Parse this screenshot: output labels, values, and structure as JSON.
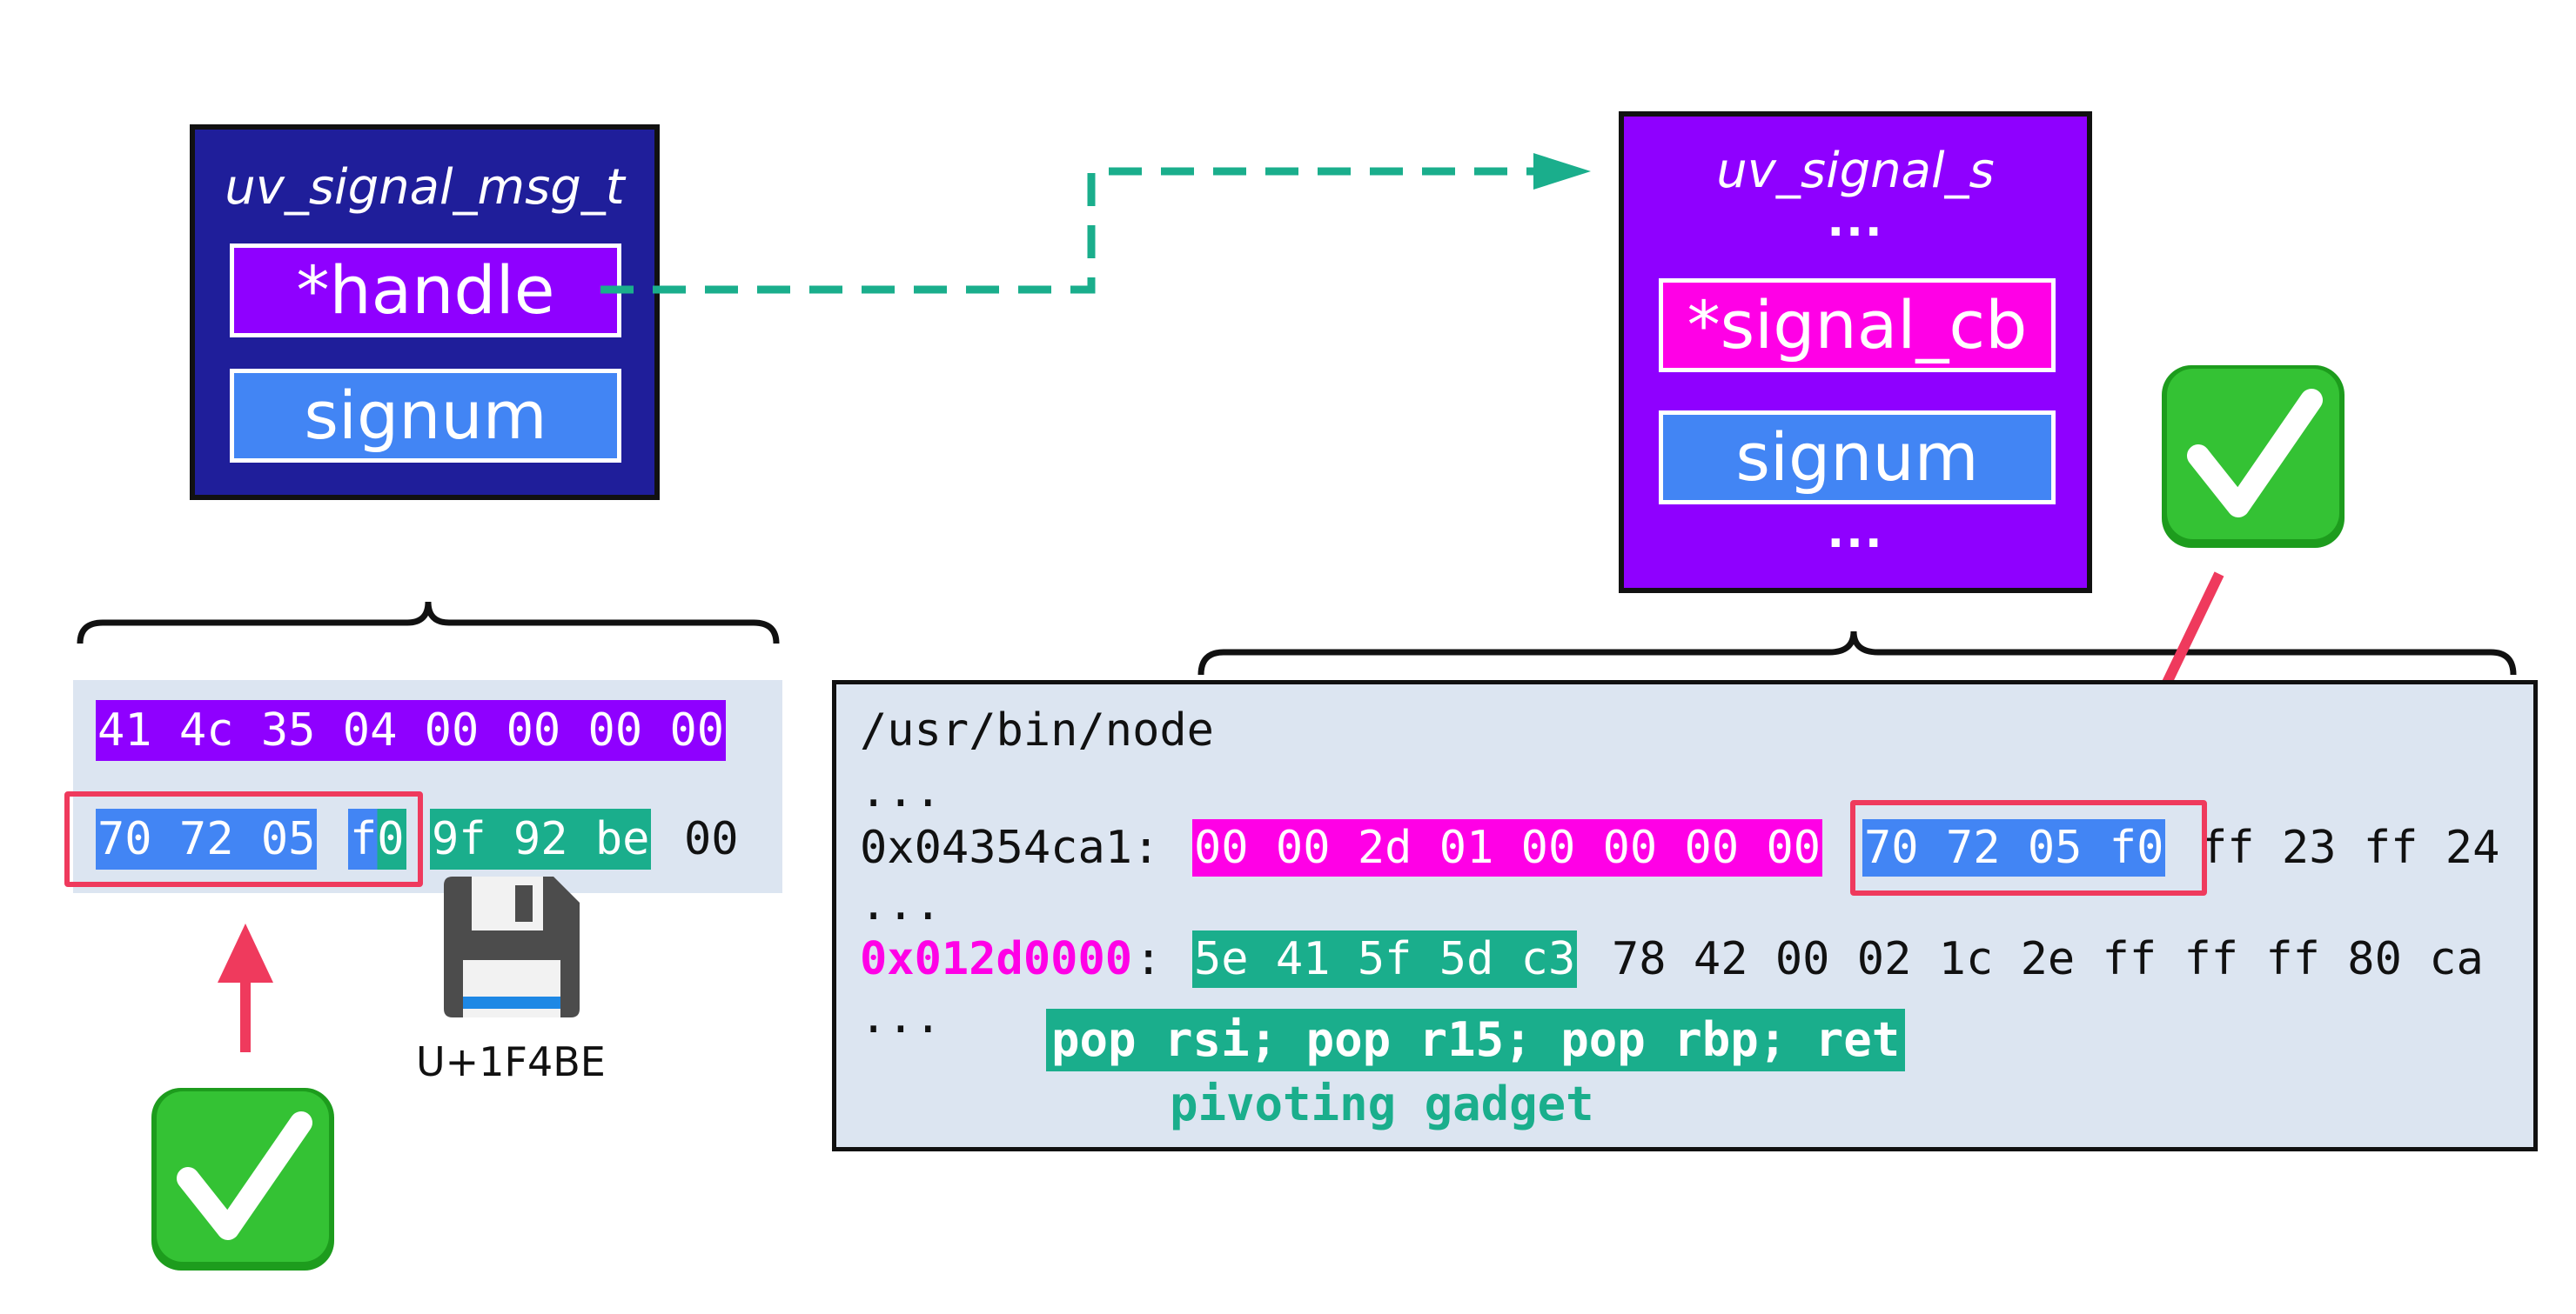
{
  "left_struct": {
    "title": "uv_signal_msg_t",
    "field_handle": "*handle",
    "field_signum": "signum"
  },
  "right_struct": {
    "title": "uv_signal_s",
    "ellipsis_top": "...",
    "field_signal_cb": "*signal_cb",
    "field_signum": "signum",
    "ellipsis_bottom": "..."
  },
  "left_memory": {
    "row1": "41 4c 35 04 00 00 00 00",
    "row2_blue": "70 72 05",
    "row2_split": "f0",
    "row2_teal": "9f 92 be",
    "row2_plain": "00"
  },
  "floppy": {
    "icon": "floppy-disk-icon",
    "caption": "U+1F4BE"
  },
  "right_memory": {
    "path": "/usr/bin/node",
    "dots1": "...",
    "addr1": "0x04354ca1:",
    "addr1_magenta": "00 00 2d 01 00 00 00 00",
    "addr1_blue": "70 72 05 f0",
    "addr1_rest": "ff 23 ff 24",
    "dots2": "...",
    "addr2": "0x012d0000",
    "addr2_colon": ":",
    "addr2_teal": "5e 41 5f 5d c3",
    "addr2_rest": "78 42 00 02 1c 2e ff ff ff 80 ca",
    "dots3": "...",
    "gadget_code": "pop rsi; pop r15; pop rbp; ret",
    "gadget_caption": "pivoting gadget"
  },
  "colors": {
    "navy": "#1f1e9a",
    "purple": "#8f00ff",
    "blue": "#4285f4",
    "teal": "#1aae8c",
    "magenta": "#ff00e6",
    "red": "#ef3a5d",
    "panel": "#dce5f1",
    "check_green": "#2fb52f"
  },
  "icons": {
    "check_left": "check-mark-icon",
    "check_right": "check-mark-icon"
  }
}
